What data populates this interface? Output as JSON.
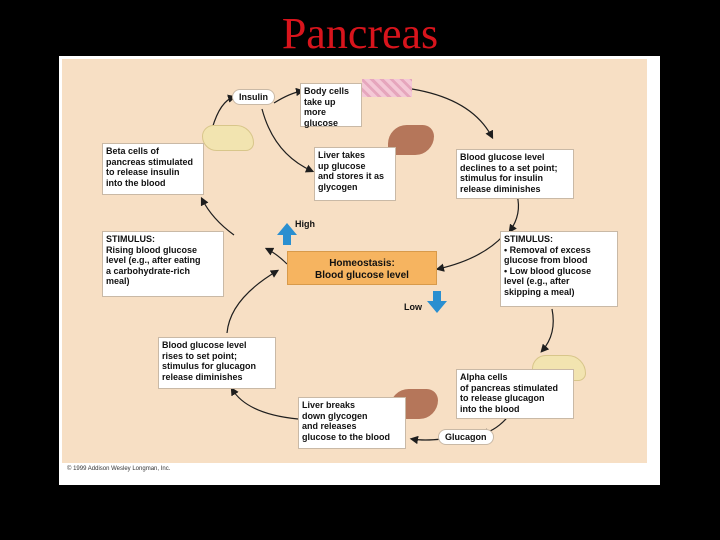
{
  "title": "Pancreas",
  "diagram": {
    "insulin": "Insulin",
    "glucagon": "Glucagon",
    "high": "High",
    "low": "Low",
    "homeostasis": {
      "line1": "Homeostasis:",
      "line2": "Blood glucose level"
    },
    "body_cells": [
      "Body cells",
      "take up more",
      "glucose"
    ],
    "liver_stores": [
      "Liver takes",
      "up glucose",
      "and stores it as",
      "glycogen"
    ],
    "beta_cells": [
      "Beta cells of",
      "pancreas stimulated",
      "to release insulin",
      "into the blood"
    ],
    "declines": [
      "Blood glucose level",
      "declines to a set point;",
      "stimulus for insulin",
      "release diminishes"
    ],
    "stimulus_rising": {
      "head": "STIMULUS:",
      "lines": [
        "Rising blood glucose",
        "level (e.g., after eating",
        "a carbohydrate-rich",
        "meal)"
      ]
    },
    "stimulus_falling": {
      "head": "STIMULUS:",
      "lines": [
        "• Removal of excess",
        "  glucose from blood",
        "• Low blood glucose",
        "  level (e.g., after",
        "  skipping a meal)"
      ]
    },
    "rises": [
      "Blood glucose level",
      "rises to set point;",
      "stimulus for glucagon",
      "release diminishes"
    ],
    "alpha_cells": [
      "Alpha cells",
      "of pancreas stimulated",
      "to release glucagon",
      "into the blood"
    ],
    "liver_breaks": [
      "Liver breaks",
      "down glycogen",
      "and releases",
      "glucose to the blood"
    ],
    "copyright": "© 1999 Addison Wesley Longman, Inc."
  },
  "colors": {
    "title": "#d8141c",
    "figure_bg": "#f7dfc4",
    "homeostasis": "#f6b460",
    "arrow": "#1e1e1e",
    "high_low_arrow": "#2a8fd0",
    "liver": "#b5765a",
    "pancreas": "#f2e4b0"
  }
}
